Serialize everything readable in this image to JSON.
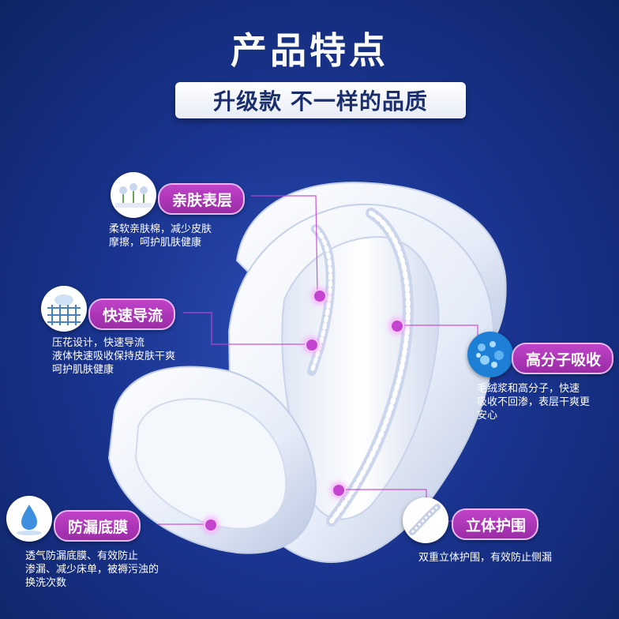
{
  "header": {
    "title": "产品特点",
    "subtitle": "升级款 不一样的品质"
  },
  "features": [
    {
      "id": "skin-layer",
      "label": "亲肤表层",
      "desc": "柔软亲肤棉，减少皮肤\n摩擦，呵护肌肤健康",
      "icon": "cotton-flower-icon"
    },
    {
      "id": "fast-flow",
      "label": "快速导流",
      "desc": "压花设计，快速导流\n液体快速吸收保持皮肤干爽\n呵护肌肤健康",
      "icon": "embossed-grid-icon"
    },
    {
      "id": "polymer",
      "label": "高分子吸收",
      "desc": "毛绒浆和高分子，快速\n吸收不回渗，表层干爽更\n安心",
      "icon": "polymer-granules-icon"
    },
    {
      "id": "leak-proof",
      "label": "防漏底膜",
      "desc": "透气防漏底膜、有效防止\n渗漏、减少床单，被褥污浊的\n换洗次数",
      "icon": "water-drop-icon"
    },
    {
      "id": "guard",
      "label": "立体护围",
      "desc": "双重立体护围，有效防止侧漏",
      "icon": "side-guard-icon"
    }
  ],
  "colors": {
    "background": "#1a3591",
    "pill": "#a833b3",
    "subtitle_text": "#1a2e6e"
  }
}
